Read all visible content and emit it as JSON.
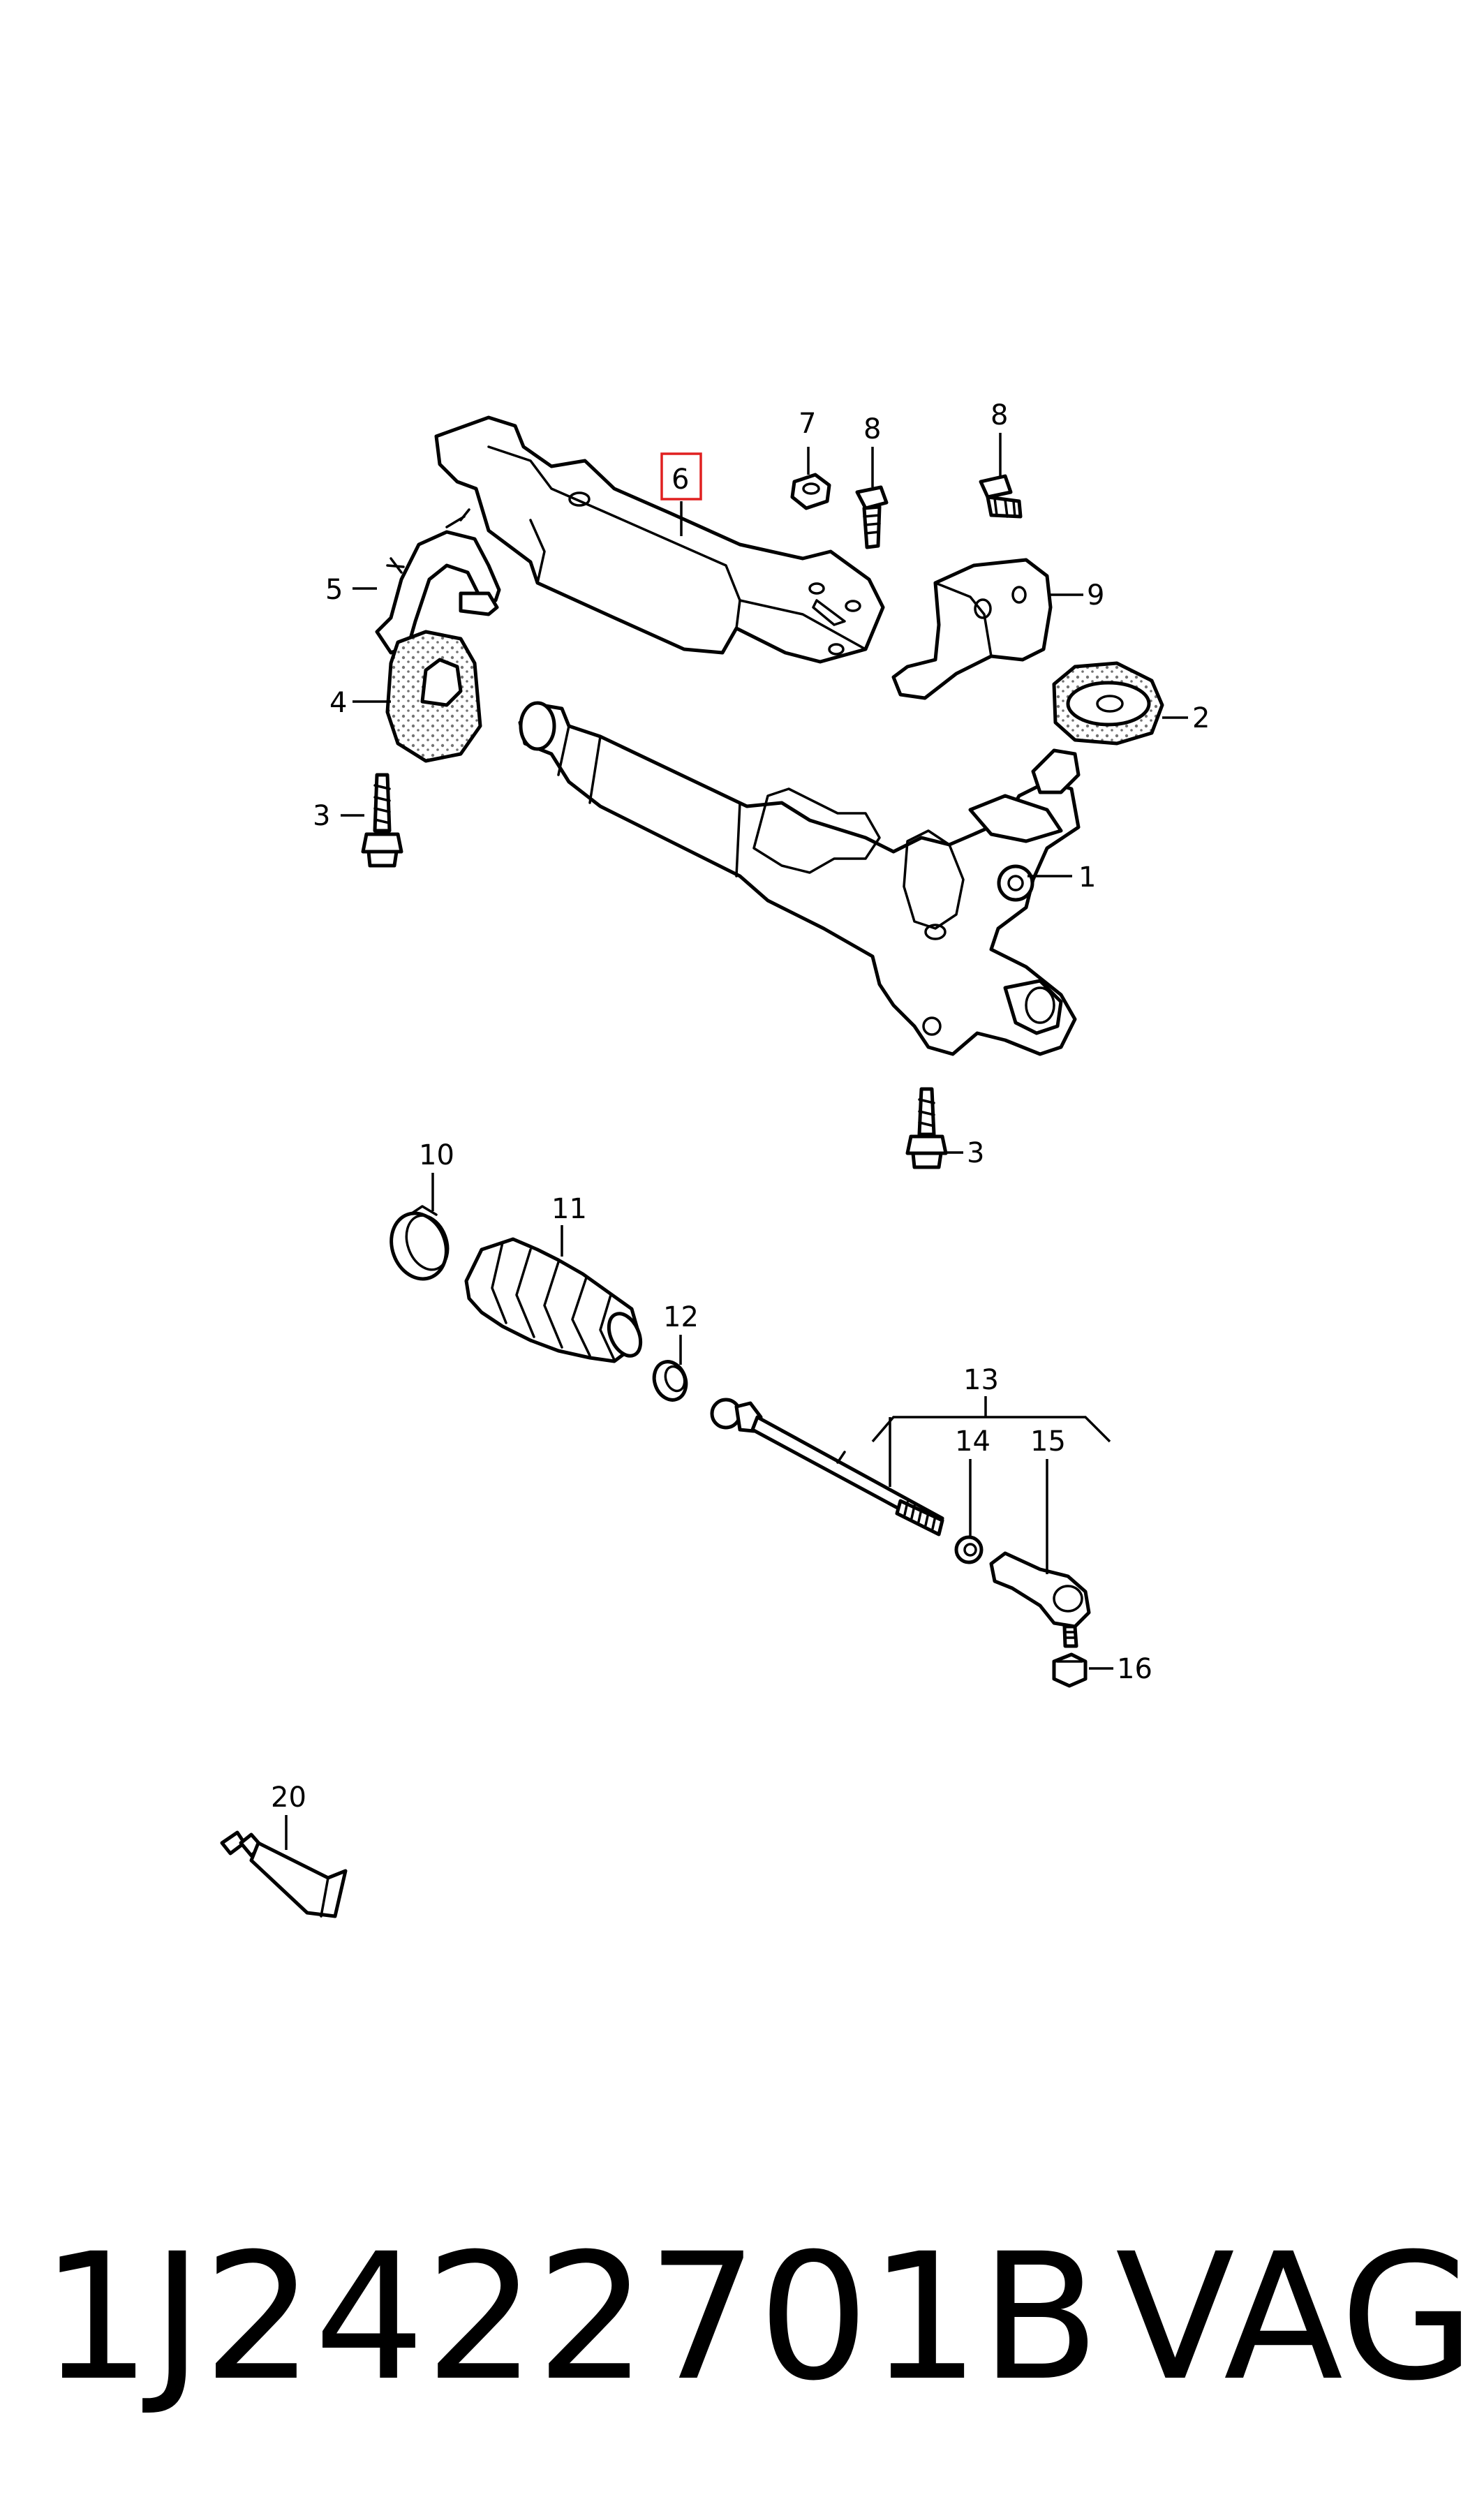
{
  "callouts": {
    "c1": "1",
    "c2": "2",
    "c3a": "3",
    "c3b": "3",
    "c4": "4",
    "c5": "5",
    "c6": "6",
    "c7": "7",
    "c8a": "8",
    "c8b": "8",
    "c9": "9",
    "c10": "10",
    "c11": "11",
    "c12": "12",
    "c13": "13",
    "c14": "14",
    "c15": "15",
    "c16": "16",
    "c20": "20"
  },
  "highlighted_callout": "6",
  "highlight_color": "#e02020",
  "footer": {
    "part_number": "1J2422701B",
    "brand": "VAG"
  }
}
